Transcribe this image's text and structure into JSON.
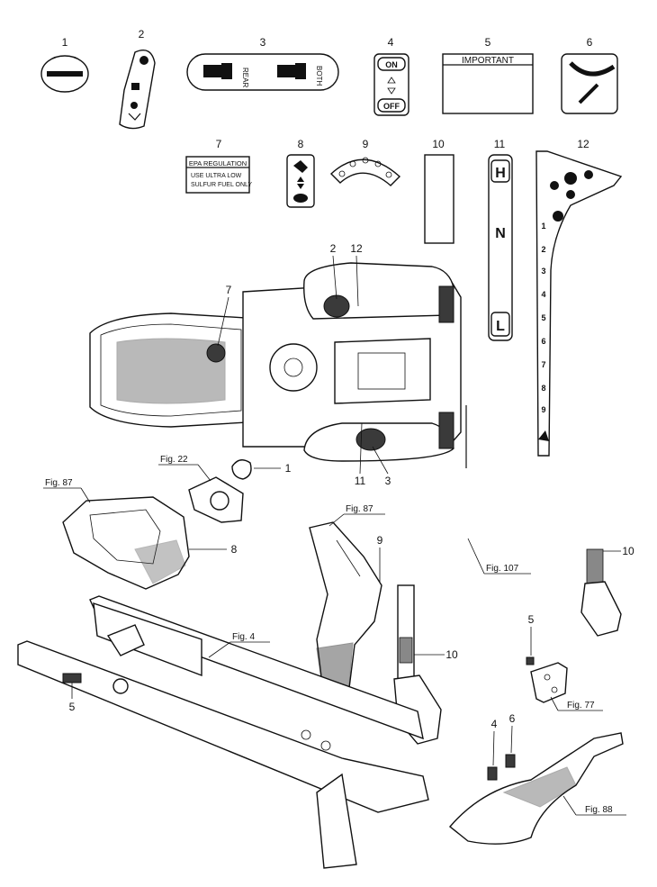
{
  "decal_numbers": [
    "1",
    "2",
    "3",
    "4",
    "5",
    "6",
    "7",
    "8",
    "9",
    "10",
    "11",
    "12"
  ],
  "decal_3": {
    "left": "REAR",
    "right": "BOTH"
  },
  "decal_4": {
    "top": "ON",
    "bottom": "OFF"
  },
  "decal_5": {
    "title": "IMPORTANT"
  },
  "decal_7": {
    "title": "EPA REGULATION",
    "line1": "USE ULTRA LOW",
    "line2": "SULFUR FUEL ONLY"
  },
  "decal_11": {
    "h": "H",
    "n": "N",
    "l": "L"
  },
  "decal_12": {
    "gears": [
      "1",
      "2",
      "3",
      "4",
      "5",
      "6",
      "7",
      "8",
      "9"
    ]
  },
  "callouts": {
    "top_2": "2",
    "top_12": "12",
    "top_7": "7",
    "bot_11": "11",
    "bot_3": "3",
    "c1": "1",
    "c8": "8",
    "c9": "9",
    "c10a": "10",
    "c10b": "10",
    "c5a": "5",
    "c5b": "5",
    "c4": "4",
    "c6": "6"
  },
  "figures": {
    "f22": "Fig. 22",
    "f87a": "Fig. 87",
    "f87b": "Fig. 87",
    "f107": "Fig. 107",
    "f4": "Fig. 4",
    "f77": "Fig. 77",
    "f88": "Fig. 88"
  }
}
